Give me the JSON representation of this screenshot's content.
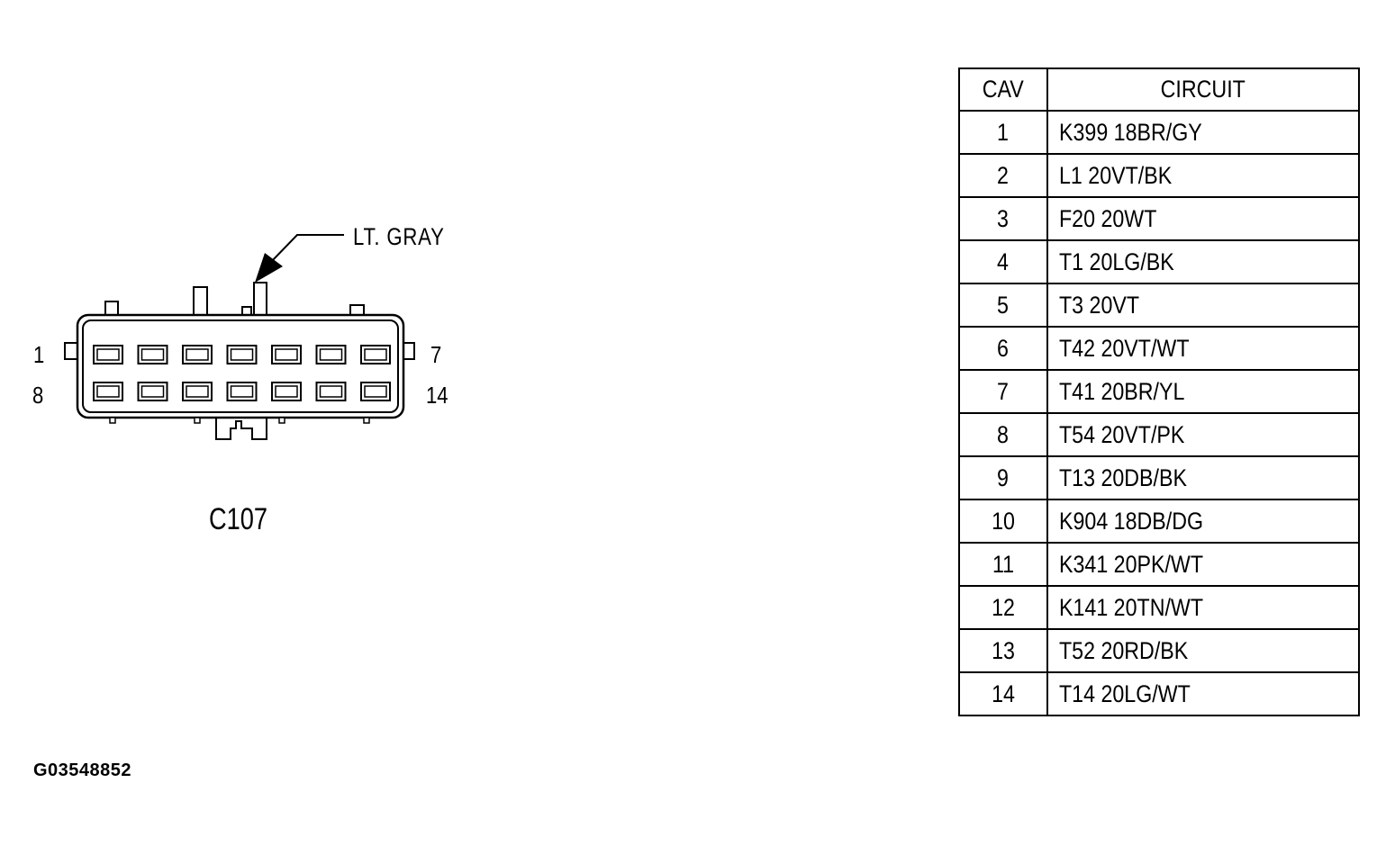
{
  "connector": {
    "color_label": "LT. GRAY",
    "id": "C107",
    "pin_labels": {
      "top_left": "1",
      "top_right": "7",
      "bottom_left": "8",
      "bottom_right": "14"
    },
    "cavity_rows": 2,
    "cavities_per_row": 7
  },
  "table": {
    "headers": {
      "cav": "CAV",
      "circuit": "CIRCUIT"
    },
    "rows": [
      {
        "cav": "1",
        "circuit": "K399 18BR/GY"
      },
      {
        "cav": "2",
        "circuit": "L1 20VT/BK"
      },
      {
        "cav": "3",
        "circuit": "F20 20WT"
      },
      {
        "cav": "4",
        "circuit": "T1 20LG/BK"
      },
      {
        "cav": "5",
        "circuit": "T3 20VT"
      },
      {
        "cav": "6",
        "circuit": "T42 20VT/WT"
      },
      {
        "cav": "7",
        "circuit": "T41 20BR/YL"
      },
      {
        "cav": "8",
        "circuit": "T54 20VT/PK"
      },
      {
        "cav": "9",
        "circuit": "T13 20DB/BK"
      },
      {
        "cav": "10",
        "circuit": "K904 18DB/DG"
      },
      {
        "cav": "11",
        "circuit": "K341 20PK/WT"
      },
      {
        "cav": "12",
        "circuit": "K141 20TN/WT"
      },
      {
        "cav": "13",
        "circuit": "T52 20RD/BK"
      },
      {
        "cav": "14",
        "circuit": "T14 20LG/WT"
      }
    ]
  },
  "figure_id": "G03548852"
}
